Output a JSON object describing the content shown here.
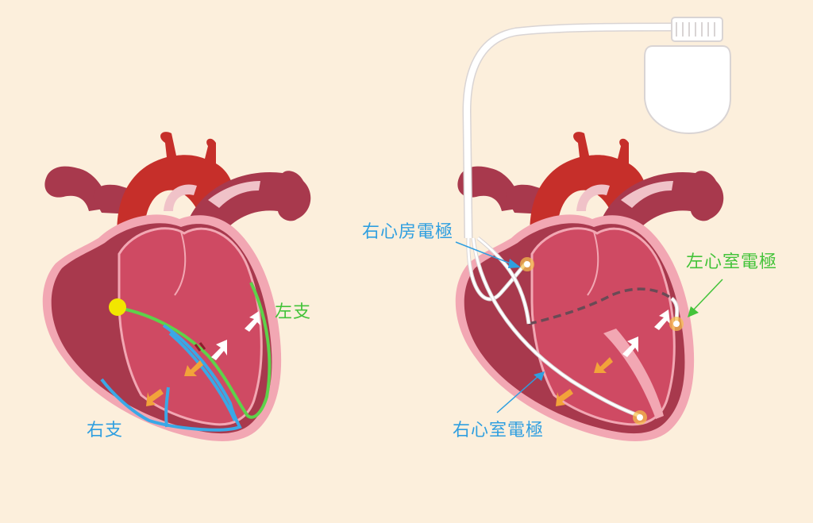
{
  "colors": {
    "background": "#fcefdc",
    "heart_outer": "#a8394d",
    "heart_border": "#f2a7b3",
    "heart_inner": "#cf4a63",
    "aorta": "#c62f2a",
    "right_bundle": "#3aa8e6",
    "left_bundle": "#5ed24a",
    "sa_node": "#f2e600",
    "arrow_orange": "#f2a33a",
    "arrow_white": "#ffffff",
    "lead_white": "#ffffff",
    "lead_lv_dashed": "#6a4a55",
    "label_blue": "#2f9fe0",
    "label_green": "#44c33a"
  },
  "icons": {
    "heart_left": "heart-conduction-icon",
    "heart_right": "heart-pacemaker-icon",
    "pacemaker": "pacemaker-device-icon"
  },
  "labels": {
    "left_bundle": "左支",
    "right_bundle": "右支",
    "ra_electrode": "右心房電極",
    "lv_electrode": "左心室電極",
    "rv_electrode": "右心室電極"
  }
}
